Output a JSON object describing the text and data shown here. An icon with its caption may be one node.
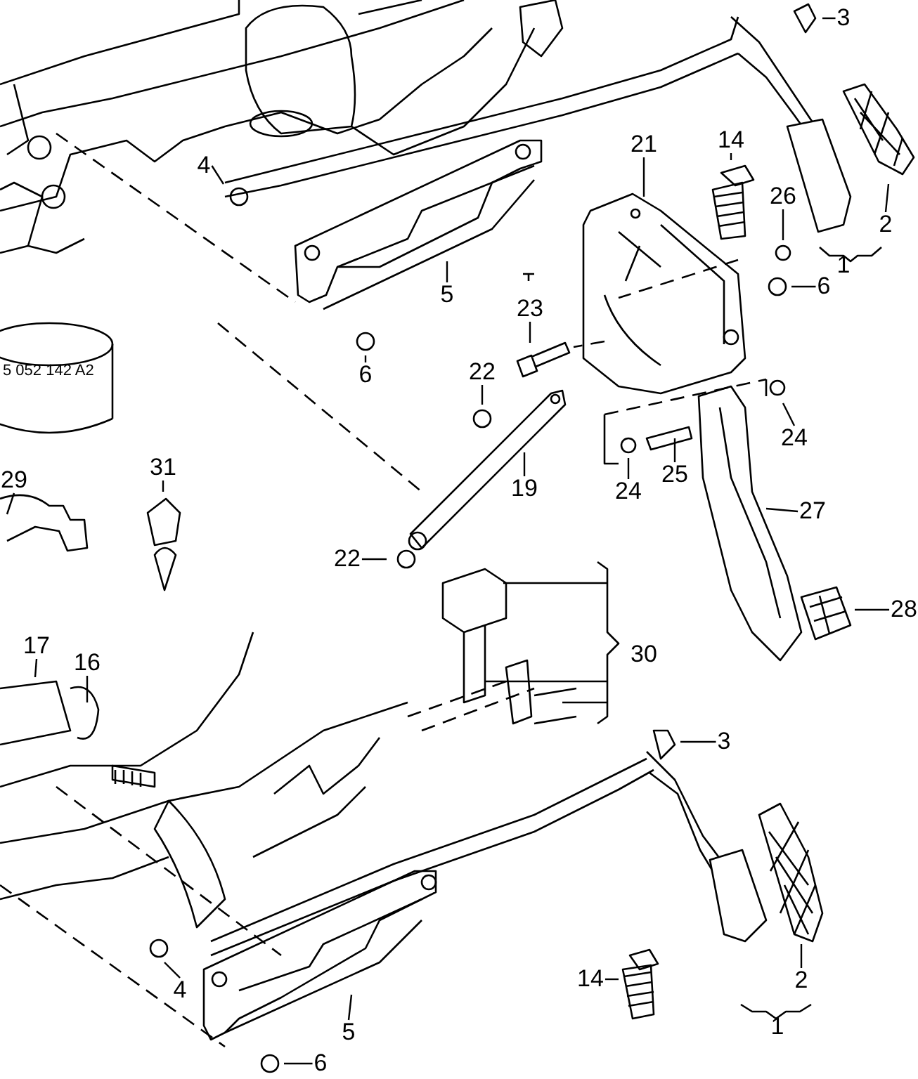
{
  "diagram": {
    "nodes": [
      {
        "text": [
          "3"
        ]
      },
      {
        "text": [
          "14"
        ]
      },
      {
        "text": [
          "21"
        ]
      },
      {
        "text": [
          "26"
        ]
      },
      {
        "text": [
          "2"
        ]
      },
      {
        "text": [
          "4"
        ]
      },
      {
        "text": [
          "6"
        ]
      },
      {
        "text": [
          "23"
        ]
      },
      {
        "text": [
          "5"
        ]
      },
      {
        "text": [
          "6"
        ]
      },
      {
        "text": [
          "22"
        ]
      },
      {
        "text": [
          "24"
        ]
      },
      {
        "text": [
          "31"
        ]
      },
      {
        "text": [
          "29"
        ]
      },
      {
        "text": [
          "19"
        ]
      },
      {
        "text": [
          "24"
        ]
      },
      {
        "text": [
          "25"
        ]
      },
      {
        "text": [
          "27"
        ]
      },
      {
        "text": [
          "22"
        ]
      },
      {
        "text": [
          "28"
        ]
      },
      {
        "text": [
          "17"
        ]
      },
      {
        "text": [
          "16"
        ]
      },
      {
        "text": [
          "3"
        ]
      },
      {
        "text": [
          "14"
        ]
      },
      {
        "text": [
          "2"
        ]
      },
      {
        "text": [
          "4"
        ]
      },
      {
        "text": [
          "5"
        ]
      },
      {
        "text": [
          "6"
        ]
      }
    ],
    "edges": [
      {
        "from": 0,
        "to": null,
        "arrow": "none"
      },
      {
        "from": 1,
        "to": null,
        "arrow": "none"
      },
      {
        "from": 2,
        "to": null,
        "arrow": "none"
      },
      {
        "from": 3,
        "to": null,
        "arrow": "none"
      },
      {
        "from": 4,
        "to": null,
        "arrow": "none"
      },
      {
        "from": 5,
        "to": null,
        "arrow": "none"
      },
      {
        "from": 6,
        "to": null,
        "arrow": "none"
      },
      {
        "from": 7,
        "to": null,
        "arrow": "none"
      },
      {
        "from": 8,
        "to": null,
        "arrow": "none"
      },
      {
        "from": 9,
        "to": null,
        "arrow": "none"
      },
      {
        "from": 10,
        "to": null,
        "arrow": "none"
      },
      {
        "from": 11,
        "to": null,
        "arrow": "none"
      },
      {
        "from": 12,
        "to": null,
        "arrow": "none"
      },
      {
        "from": 13,
        "to": null,
        "arrow": "none"
      },
      {
        "from": 14,
        "to": null,
        "arrow": "none"
      },
      {
        "from": 15,
        "to": null,
        "arrow": "none"
      },
      {
        "from": 16,
        "to": null,
        "arrow": "none"
      },
      {
        "from": 17,
        "to": null,
        "arrow": "none"
      },
      {
        "from": 18,
        "to": null,
        "arrow": "none"
      },
      {
        "from": 19,
        "to": null,
        "arrow": "none"
      },
      {
        "from": 20,
        "to": null,
        "arrow": "none"
      },
      {
        "from": 21,
        "to": null,
        "arrow": "none"
      },
      {
        "from": 22,
        "to": null,
        "arrow": "none"
      },
      {
        "from": 23,
        "to": null,
        "arrow": "none"
      },
      {
        "from": 24,
        "to": null,
        "arrow": "none"
      },
      {
        "from": 25,
        "to": null,
        "arrow": "none"
      },
      {
        "from": 26,
        "to": null,
        "arrow": "none"
      },
      {
        "from": 27,
        "to": null,
        "arrow": "none"
      }
    ],
    "labels": [
      "1",
      "5 052 142 A2",
      "30",
      "1"
    ]
  }
}
